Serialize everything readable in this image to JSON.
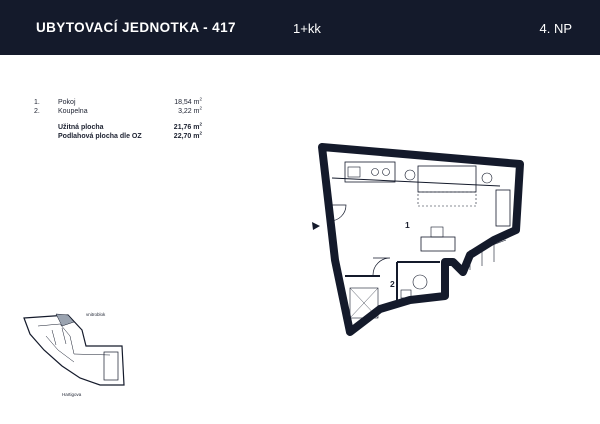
{
  "header": {
    "title": "UBYTOVACÍ JEDNOTKA - 417",
    "layout": "1+kk",
    "floor": "4. NP"
  },
  "rooms": [
    {
      "num": "1.",
      "name": "Pokoj",
      "area": "18,54 m",
      "unit_sup": "2"
    },
    {
      "num": "2.",
      "name": "Koupelna",
      "area": "3,22 m",
      "unit_sup": "2"
    }
  ],
  "totals": [
    {
      "name": "Užitná plocha",
      "area": "21,76 m",
      "unit_sup": "2"
    },
    {
      "name": "Podlahová plocha dle OZ",
      "area": "22,70 m",
      "unit_sup": "2"
    }
  ],
  "plan": {
    "room_labels": [
      "1",
      "2"
    ]
  },
  "site_map": {
    "label_top": "vnitroblok",
    "label_bottom": "Hartigova"
  },
  "colors": {
    "header_bg": "#141a2b",
    "wall": "#141a2b",
    "highlight": "#9aa3b0"
  }
}
